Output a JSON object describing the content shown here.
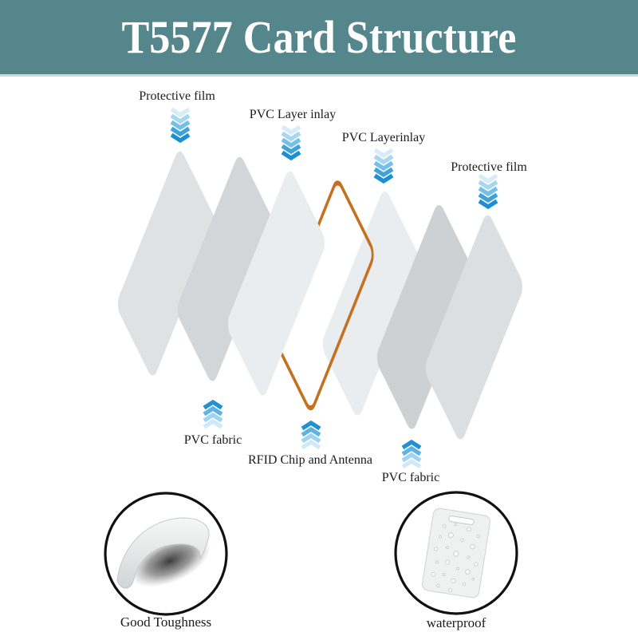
{
  "header": {
    "title": "T5577 Card Structure"
  },
  "colors": {
    "banner_bg": "#54868c",
    "banner_text": "#ffffff",
    "banner_border": "#cdd9da",
    "label_text": "#1b1b1b",
    "antenna_orange": "#c4701e",
    "circle_outline": "#111111"
  },
  "diagram": {
    "top_labels": [
      {
        "label": "Protective film"
      },
      {
        "label": "PVC Layer inlay"
      },
      {
        "label": "PVC Layerinlay"
      },
      {
        "label": "Protective film"
      }
    ],
    "bottom_labels": [
      {
        "label": "PVC fabric"
      },
      {
        "label": "RFID Chip and Antenna"
      },
      {
        "label": "PVC fabric"
      }
    ],
    "layers": [
      {
        "name": "protective-film-left",
        "color": "#dfe1e3"
      },
      {
        "name": "pvc-fabric-left",
        "color": "#d3d6d9"
      },
      {
        "name": "pvc-layer-inlay-left",
        "color": "#eaedef"
      },
      {
        "name": "rfid-chip-antenna",
        "color": "#c4701e"
      },
      {
        "name": "pvc-layer-inlay-right",
        "color": "#eaedef"
      },
      {
        "name": "pvc-fabric-right",
        "color": "#ced1d4"
      },
      {
        "name": "protective-film-right",
        "color": "#dcdfe1"
      }
    ],
    "arrow_colors_down": [
      "#d8ecf8",
      "#a6d6f1",
      "#74c0e8",
      "#3fa2da",
      "#1b8fd1"
    ],
    "arrow_colors_up": [
      "#2191d2",
      "#60b2e3",
      "#9fd4f0",
      "#d0e9f8"
    ]
  },
  "features": [
    {
      "label": "Good Toughness"
    },
    {
      "label": "waterproof"
    }
  ]
}
